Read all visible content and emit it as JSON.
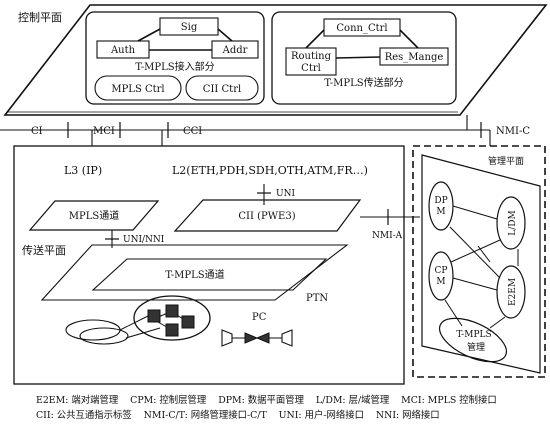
{
  "control_plane": {
    "title": "控制平面",
    "access_group": {
      "title": "T-MPLS接入部分",
      "sig": "Sig",
      "auth": "Auth",
      "addr": "Addr",
      "mpls_ctrl": "MPLS Ctrl",
      "cii_ctrl": "CII Ctrl"
    },
    "transport_group": {
      "title": "T-MPLS传送部分",
      "conn_ctrl": "Conn_Ctrl",
      "routing_ctrl_line1": "Routing",
      "routing_ctrl_line2": "Ctrl",
      "res_mange": "Res_Mange"
    }
  },
  "interfaces": {
    "ci": "CI",
    "mci": "MCI",
    "cci": "CCI",
    "nmi_c": "NMI-C",
    "nmi_a": "NMI-A",
    "uni": "UNI",
    "uni_nni": "UNI/NNI"
  },
  "transport_plane": {
    "title": "传送平面",
    "l3": "L3 (IP)",
    "l2": "L2(ETH,PDH,SDH,OTH,ATM,FR…)",
    "mpls_channel": "MPLS通道",
    "cii_pwe3": "CII (PWE3)",
    "tmpls_channel": "T-MPLS通道",
    "ptn": "PTN",
    "pc": "PC"
  },
  "management_plane": {
    "title": "管理平面",
    "dpm_line1": "DP",
    "dpm_line2": "M",
    "ldm": "L/DM",
    "cpm_line1": "CP",
    "cpm_line2": "M",
    "e2em": "E2EM",
    "tmpls_mgmt_line1": "T-MPLS",
    "tmpls_mgmt_line2": "管理"
  },
  "legend": {
    "line1": "E2EM: 端对端管理    CPM: 控制层管理    DPM: 数据平面管理    L/DM: 层/域管理    MCI: MPLS 控制接口",
    "line2": "CII: 公共互通指示标签    NMI-C/T: 网络管理接口-C/T    UNI: 用户-网络接口    NNI: 网络接口"
  }
}
